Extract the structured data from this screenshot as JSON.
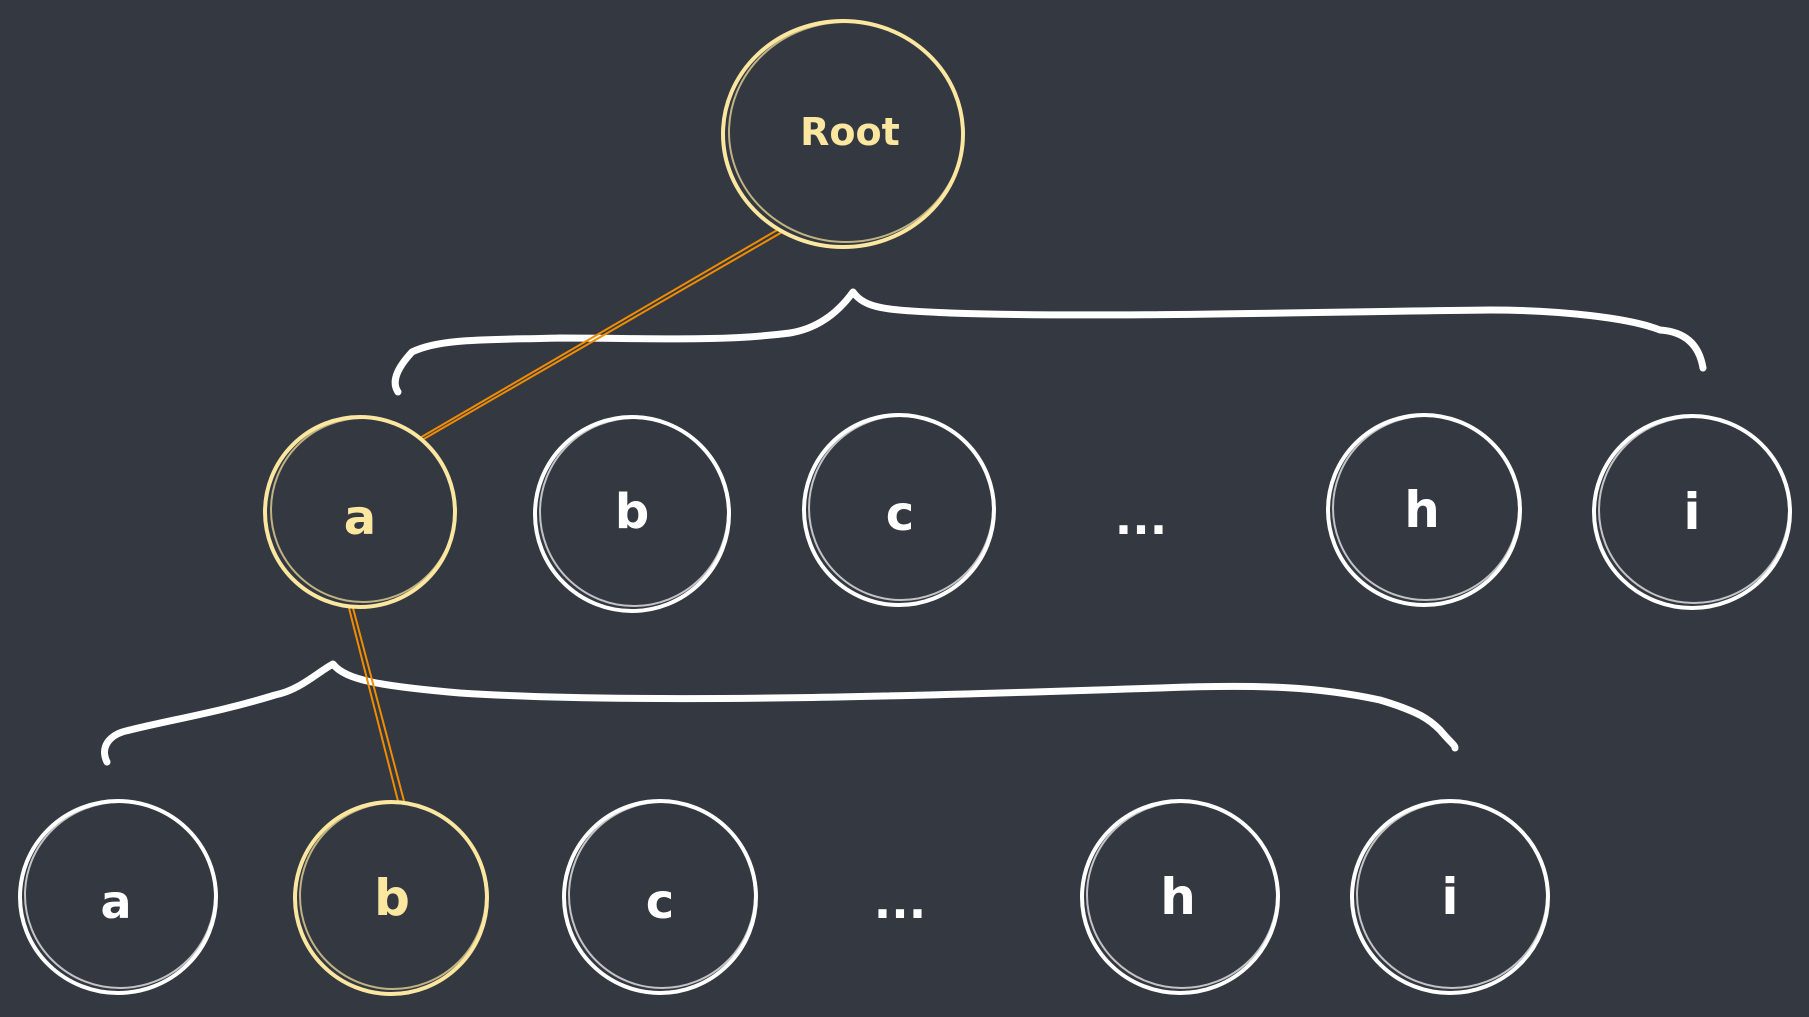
{
  "colors": {
    "background": "#343840",
    "node_default": "#ffffff",
    "node_highlight": "#fbe7a0",
    "edge_highlight": "#f08c00"
  },
  "nodes": {
    "root": {
      "label": "Root",
      "highlighted": true
    },
    "level1": [
      {
        "label": "a",
        "highlighted": true
      },
      {
        "label": "b",
        "highlighted": false
      },
      {
        "label": "c",
        "highlighted": false
      },
      {
        "label": "...",
        "highlighted": false,
        "ellipsis": true
      },
      {
        "label": "h",
        "highlighted": false
      },
      {
        "label": "i",
        "highlighted": false
      }
    ],
    "level2": [
      {
        "label": "a",
        "highlighted": false
      },
      {
        "label": "b",
        "highlighted": true
      },
      {
        "label": "c",
        "highlighted": false
      },
      {
        "label": "...",
        "highlighted": false,
        "ellipsis": true
      },
      {
        "label": "h",
        "highlighted": false
      },
      {
        "label": "i",
        "highlighted": false
      }
    ]
  },
  "highlighted_path": [
    "root",
    "level1.a",
    "level2.b"
  ]
}
